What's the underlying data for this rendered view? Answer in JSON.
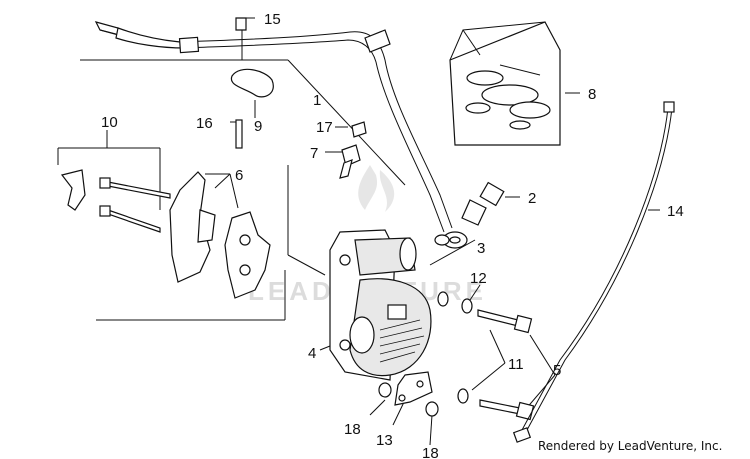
{
  "diagram": {
    "callouts": [
      "1",
      "2",
      "3",
      "4",
      "5",
      "6",
      "7",
      "8",
      "9",
      "10",
      "11",
      "12",
      "13",
      "14",
      "15",
      "16",
      "17",
      "18",
      "18"
    ],
    "watermark": "LEADVENTURE",
    "credit": "Rendered by LeadVenture, Inc."
  }
}
